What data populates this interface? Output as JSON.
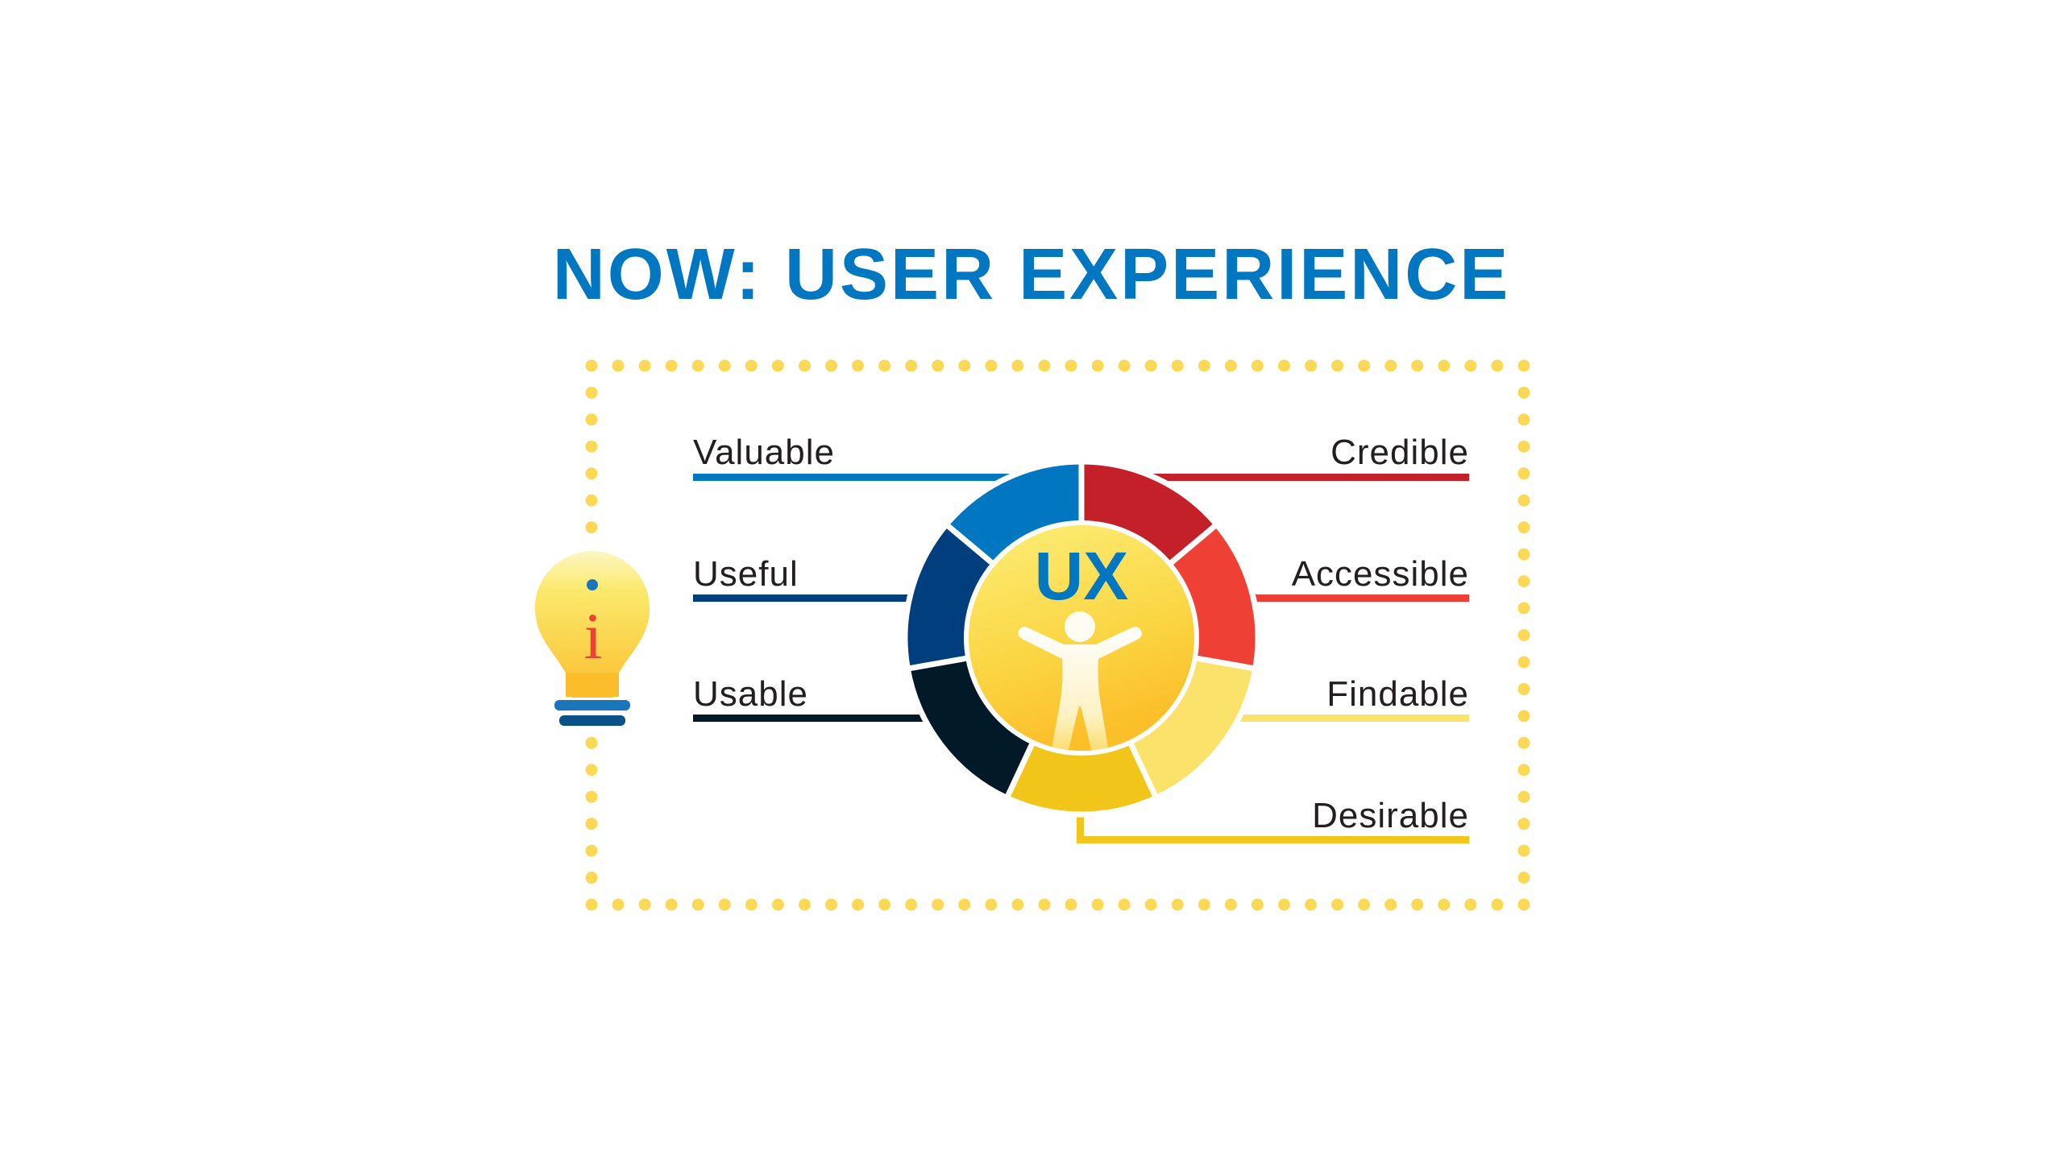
{
  "title": "NOW: USER EXPERIENCE",
  "center": {
    "text": "UX",
    "icon": "accessibility-person-icon"
  },
  "left_labels": [
    {
      "label": "Valuable",
      "color": "#0077c0"
    },
    {
      "label": "Useful",
      "color": "#003e7e"
    },
    {
      "label": "Usable",
      "color": "#021a27"
    }
  ],
  "right_labels": [
    {
      "label": "Credible",
      "color": "#c4202a"
    },
    {
      "label": "Accessible",
      "color": "#ee4035"
    },
    {
      "label": "Findable",
      "color": "#fbe26b"
    },
    {
      "label": "Desirable",
      "color": "#f2c51a"
    }
  ],
  "side_icon": {
    "name": "lightbulb-info-icon",
    "glyph": "i"
  },
  "colors": {
    "title": "#0077c0",
    "frame_dots": "#fbd957",
    "inner_circle_top": "#fbe96c",
    "inner_circle_bottom": "#fbbf2a"
  },
  "chart_data": {
    "type": "pie",
    "title": "NOW: USER EXPERIENCE",
    "center_label": "UX",
    "categories": [
      "Valuable",
      "Credible",
      "Accessible",
      "Findable",
      "Desirable",
      "Usable",
      "Useful"
    ],
    "segment_colors": [
      "#0077c0",
      "#c4202a",
      "#ee4035",
      "#fbe26b",
      "#f2c51a",
      "#021a27",
      "#003e7e"
    ],
    "values": [
      1,
      1,
      1,
      1,
      1,
      1,
      1
    ]
  }
}
